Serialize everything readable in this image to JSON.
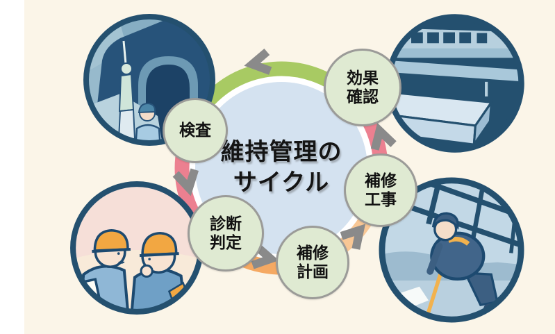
{
  "diagram": {
    "title": "維持管理の\nサイクル",
    "cycle_direction": "counterclockwise",
    "nodes": [
      {
        "id": "inspection",
        "label": "検査"
      },
      {
        "id": "diagnosis-judgment",
        "label": "診断\n判定"
      },
      {
        "id": "repair-plan",
        "label": "補修\n計画"
      },
      {
        "id": "repair-work",
        "label": "補修\n工事"
      },
      {
        "id": "effect-confirmation",
        "label": "効果\n確認"
      }
    ],
    "illustrations": [
      {
        "id": "tunnel-inspection",
        "icon": "tunnel-inspection-illustration"
      },
      {
        "id": "bridge-structure",
        "icon": "bridge-structure-illustration"
      },
      {
        "id": "engineers-discussion",
        "icon": "engineers-discussion-illustration"
      },
      {
        "id": "slope-repair-worker",
        "icon": "slope-repair-worker-illustration"
      }
    ],
    "arrows": {
      "icon": "chevron-cycle-arrow",
      "count": 5,
      "color": "#8a8a8a"
    },
    "colors": {
      "background": "#fbf5e8",
      "left_margin": "#ffffff",
      "center_fill": "#d4e2f0",
      "node_fill": "#dfead2",
      "node_border": "#9b9b98",
      "ring_green": "#a8ca63",
      "ring_pink": "#ec8090",
      "ring_orange": "#f5a963",
      "ring_orange_light": "#f8c795",
      "illustration_border": "#24506f"
    }
  }
}
